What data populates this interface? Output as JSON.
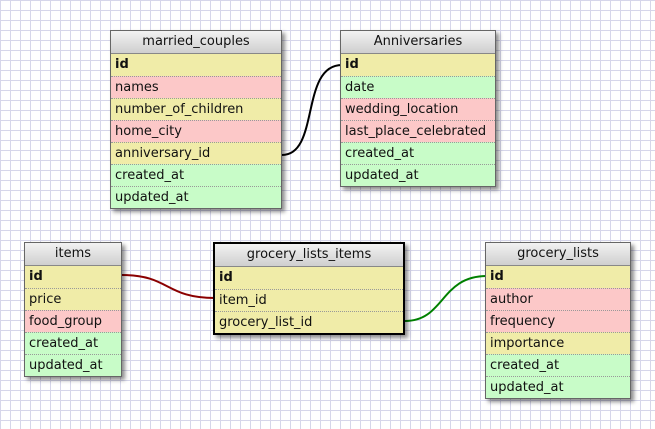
{
  "tables": [
    {
      "name": "married_couples",
      "fields": [
        {
          "name": "id",
          "color": "yellow",
          "pk": true
        },
        {
          "name": "names",
          "color": "pink"
        },
        {
          "name": "number_of_children",
          "color": "yellow"
        },
        {
          "name": "home_city",
          "color": "pink"
        },
        {
          "name": "anniversary_id",
          "color": "yellow"
        },
        {
          "name": "created_at",
          "color": "green"
        },
        {
          "name": "updated_at",
          "color": "green"
        }
      ]
    },
    {
      "name": "Anniversaries",
      "fields": [
        {
          "name": "id",
          "color": "yellow",
          "pk": true
        },
        {
          "name": "date",
          "color": "green"
        },
        {
          "name": "wedding_location",
          "color": "pink"
        },
        {
          "name": "last_place_celebrated",
          "color": "pink"
        },
        {
          "name": "created_at",
          "color": "green"
        },
        {
          "name": "updated_at",
          "color": "green"
        }
      ]
    },
    {
      "name": "items",
      "fields": [
        {
          "name": "id",
          "color": "yellow",
          "pk": true
        },
        {
          "name": "price",
          "color": "yellow"
        },
        {
          "name": "food_group",
          "color": "pink"
        },
        {
          "name": "created_at",
          "color": "green"
        },
        {
          "name": "updated_at",
          "color": "green"
        }
      ]
    },
    {
      "name": "grocery_lists_items",
      "selected": true,
      "fields": [
        {
          "name": "id",
          "color": "yellow",
          "pk": true
        },
        {
          "name": "item_id",
          "color": "yellow"
        },
        {
          "name": "grocery_list_id",
          "color": "yellow"
        }
      ]
    },
    {
      "name": "grocery_lists",
      "fields": [
        {
          "name": "id",
          "color": "yellow",
          "pk": true
        },
        {
          "name": "author",
          "color": "pink"
        },
        {
          "name": "frequency",
          "color": "pink"
        },
        {
          "name": "importance",
          "color": "yellow"
        },
        {
          "name": "created_at",
          "color": "green"
        },
        {
          "name": "updated_at",
          "color": "green"
        }
      ]
    }
  ],
  "relations": [
    {
      "from": "married_couples.anniversary_id",
      "to": "Anniversaries.id",
      "color": "#000000"
    },
    {
      "from": "items.id",
      "to": "grocery_lists_items.item_id",
      "color": "#8b0000"
    },
    {
      "from": "grocery_lists_items.grocery_list_id",
      "to": "grocery_lists.id",
      "color": "#008000"
    }
  ]
}
